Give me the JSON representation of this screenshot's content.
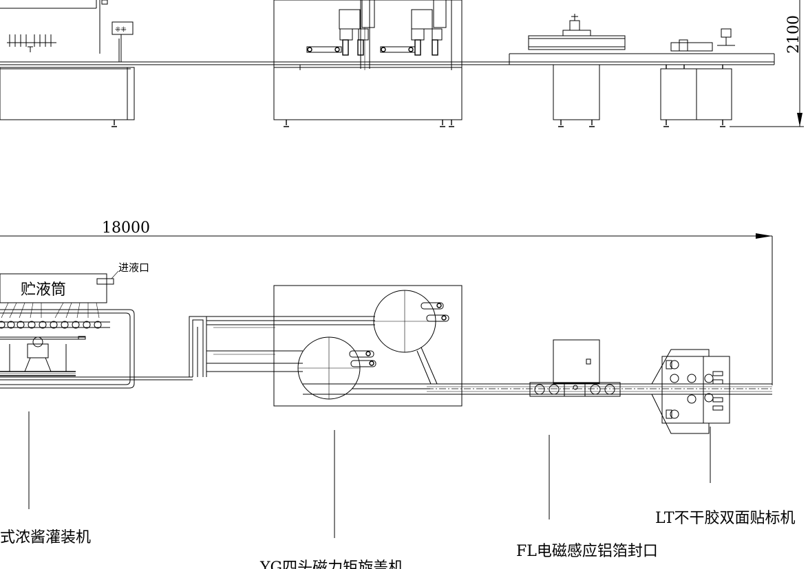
{
  "dimensions": {
    "height": "2100",
    "length": "18000"
  },
  "labels": {
    "liquid_inlet": "进液口",
    "liquid_tank": "贮液筒",
    "filler": "式浓酱灌装机",
    "capper": "YG四头磁力矩旋盖机",
    "sealer": "FL电磁感应铝箔封口",
    "labeler": "LT不干胶双面贴标机"
  }
}
